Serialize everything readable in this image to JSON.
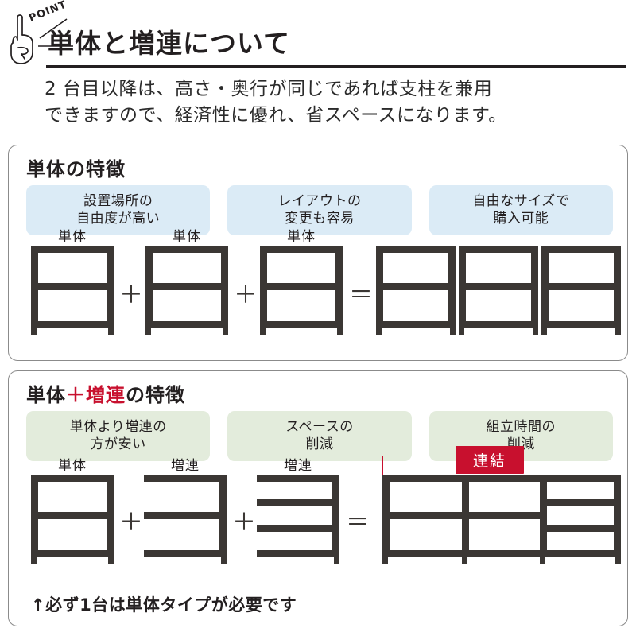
{
  "header": {
    "point_label": "POINT",
    "title": "単体と増連について",
    "lead_line1": "2 台目以降は、高さ・奥行が同じであれば支柱を兼用",
    "lead_line2": "できますので、経済性に優れ、省スペースになります。",
    "hand_icon": "pointing-hand-icon"
  },
  "colors": {
    "ink": "#231f20",
    "steel": "#3b3734",
    "red": "#c8102e",
    "blue_box": "#dbebf6",
    "green_box": "#e3ecdc",
    "panel_border": "#8b8b8b"
  },
  "panel_single": {
    "title": "単体の特徴",
    "features": [
      "設置場所の\n自由度が高い",
      "レイアウトの\n変更も容易",
      "自由なサイズで\n購入可能"
    ],
    "operators": {
      "plus": "＋",
      "equals": "＝"
    },
    "units": [
      {
        "caption": "単体",
        "shelves": 3,
        "left_post": true
      },
      {
        "caption": "単体",
        "shelves": 3,
        "left_post": true
      },
      {
        "caption": "単体",
        "shelves": 3,
        "left_post": true
      }
    ],
    "result_units": [
      {
        "shelves": 3,
        "left_post": true
      },
      {
        "shelves": 3,
        "left_post": true
      },
      {
        "shelves": 3,
        "left_post": true
      }
    ]
  },
  "panel_combo": {
    "title_part1": "単体",
    "title_plus": "＋",
    "title_part2": "増連",
    "title_part3": "の特徴",
    "features": [
      "単体より増連の\n方が安い",
      "スペースの\n削減",
      "組立時間の\n削減"
    ],
    "operators": {
      "plus": "＋",
      "equals": "＝"
    },
    "units": [
      {
        "caption": "単体",
        "caption_color": "ink",
        "shelves": 3,
        "left_post": true
      },
      {
        "caption": "増連",
        "caption_color": "red",
        "shelves": 3,
        "left_post": false
      },
      {
        "caption": "増連",
        "caption_color": "red",
        "shelves": 4,
        "left_post": false
      }
    ],
    "result_badge": "連結",
    "result_bays": [
      {
        "shelves": 3
      },
      {
        "shelves": 3
      },
      {
        "shelves": 4
      }
    ],
    "note": "↑必ず1台は単体タイプが必要です"
  }
}
